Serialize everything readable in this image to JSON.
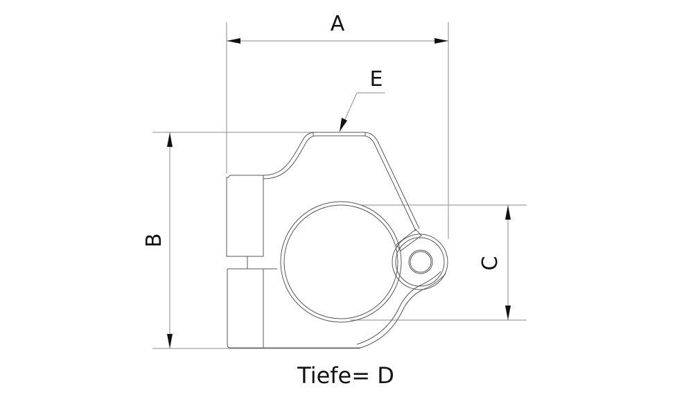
{
  "drawing": {
    "labels": {
      "A": "A",
      "B": "B",
      "C": "C",
      "E": "E",
      "depth": "Tiefe= D"
    },
    "colors": {
      "background": "#ffffff",
      "line": "#555555",
      "dimension": "#8a8a8a",
      "text": "#111111"
    }
  }
}
